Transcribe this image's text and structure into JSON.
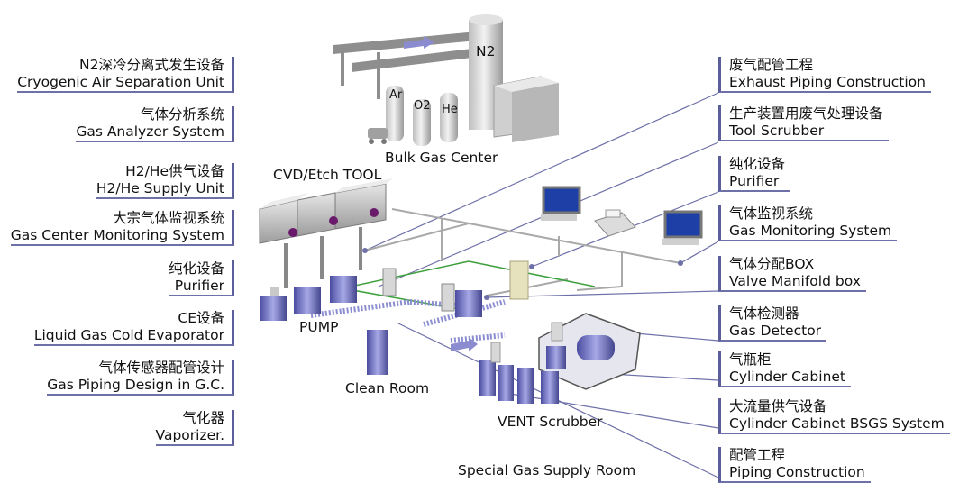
{
  "left_labels": [
    {
      "cn": "N2深冷分离式发生设备",
      "en": "Cryogenic Air Separation Unit"
    },
    {
      "cn": "气体分析系统",
      "en": "Gas Analyzer System"
    },
    {
      "cn": "H2/He供气设备",
      "en": "H2/He  Supply Unit"
    },
    {
      "cn": "大宗气体监视系统",
      "en": "Gas Center Monitoring System"
    },
    {
      "cn": "纯化设备",
      "en": "Purifier"
    },
    {
      "cn": "CE设备",
      "en": "Liquid Gas Cold Evaporator"
    },
    {
      "cn": "气体传感器配管设计",
      "en": "Gas Piping Design in G.C."
    },
    {
      "cn": "气化器",
      "en": "Vaporizer."
    }
  ],
  "right_labels": [
    {
      "cn": "废气配管工程",
      "en": "Exhaust Piping Construction"
    },
    {
      "cn": "生产装置用废气处理设备",
      "en": "Tool Scrubber"
    },
    {
      "cn": "纯化设备",
      "en": "Purifier"
    },
    {
      "cn": "气体监视系统",
      "en": "Gas Monitoring System"
    },
    {
      "cn": "气体分配BOX",
      "en": "Valve Manifold box"
    },
    {
      "cn": "气体检测器",
      "en": "Gas Detector"
    },
    {
      "cn": "气瓶柜",
      "en": "Cylinder Cabinet"
    },
    {
      "cn": "大流量供气设备",
      "en": "Cylinder Cabinet BSGS System"
    },
    {
      "cn": "配管工程",
      "en": "Piping Construction"
    }
  ],
  "captions": {
    "bulk_gas_center": "Bulk Gas Center",
    "cvd_tool": "CVD/Etch TOOL",
    "pump": "PUMP",
    "clean_room": "Clean Room",
    "vent_scrubber": "VENT Scrubber",
    "special_gas_room": "Special Gas Supply Room",
    "tank_n2": "N2",
    "tank_ar": "Ar",
    "tank_o2": "O2",
    "tank_he": "He"
  },
  "colors": {
    "label_rule": "#5c5e9a",
    "leader_line": "#6e70a8",
    "pipe_grey": "#a9a9a9",
    "pipe_green": "#3ca03c",
    "equipment_purple": "#6a6cc0"
  }
}
